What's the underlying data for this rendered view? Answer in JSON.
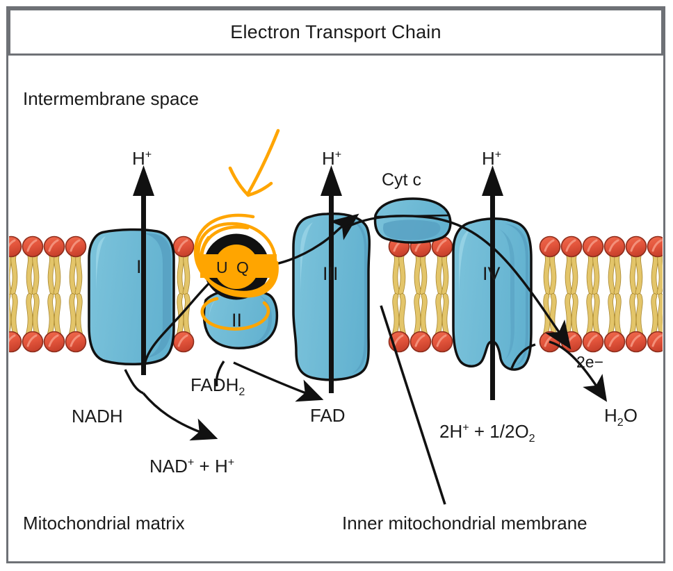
{
  "figure": {
    "title": "Electron Transport Chain",
    "type": "biology-diagram",
    "subject": "mitochondrial electron transport chain"
  },
  "regions": {
    "top_label": "Intermembrane space",
    "bottom_label": "Mitochondrial matrix",
    "membrane_label": "Inner mitochondrial membrane"
  },
  "complexes": [
    {
      "id": "complex-1",
      "label": "I"
    },
    {
      "id": "complex-2",
      "label": "II"
    },
    {
      "id": "complex-3",
      "label": "III"
    },
    {
      "id": "complex-4",
      "label": "IV"
    }
  ],
  "carriers": {
    "ubiquinone": {
      "label": "U Q",
      "letters": [
        "U",
        "Q"
      ]
    },
    "cytochrome_c": {
      "label": "Cyt c"
    }
  },
  "proton_arrows": [
    {
      "id": "proton-1",
      "label_main": "H",
      "label_sup": "+"
    },
    {
      "id": "proton-2",
      "label_main": "H",
      "label_sup": "+"
    },
    {
      "id": "proton-3",
      "label_main": "H",
      "label_sup": "+"
    }
  ],
  "molecules": {
    "nadh": "NADH",
    "nad_plus": {
      "main": "NAD",
      "sup": "+",
      "tail_main": " + H",
      "tail_sup": "+"
    },
    "fadh2": {
      "main": "FADH",
      "sub": "2"
    },
    "fad": "FAD",
    "oxygen_reactants": {
      "pre": "2H",
      "sup": "+",
      "mid": " + 1/2O",
      "sub": "2"
    },
    "electrons": "2e−",
    "water": {
      "main": "H",
      "sub": "2",
      "tail": "O"
    }
  },
  "annotation": {
    "type": "handdrawn-highlight",
    "color": "#FFA500",
    "target": "ubiquinone",
    "marks": [
      "arrow pointing down",
      "scribble circle",
      "horizontal bar"
    ]
  },
  "colors": {
    "frame": "#6e7176",
    "protein_blue": "#6ab8d4",
    "protein_blue_dark": "#59a2c4",
    "lipid_head": "#e3553c",
    "lipid_tail": "#e3c56a",
    "outline": "#111111",
    "annotation_orange": "#FFA500",
    "uq_black": "#111111",
    "background": "#ffffff"
  }
}
